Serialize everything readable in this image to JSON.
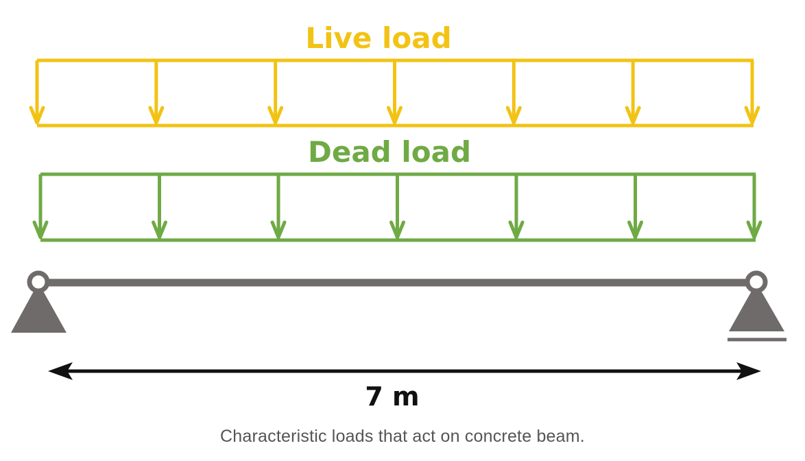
{
  "colors": {
    "live_load": "#F2C315",
    "dead_load": "#6FAA45",
    "beam": "#706B6B",
    "dimension": "#111111",
    "caption": "#555555"
  },
  "live_load": {
    "label": "Live load",
    "arrow_count": 7
  },
  "dead_load": {
    "label": "Dead load",
    "arrow_count": 7
  },
  "beam": {
    "left_support": "pinned-support",
    "right_support": "roller-support"
  },
  "span": {
    "label": "7 m"
  },
  "caption": "Characteristic loads that act on concrete beam."
}
